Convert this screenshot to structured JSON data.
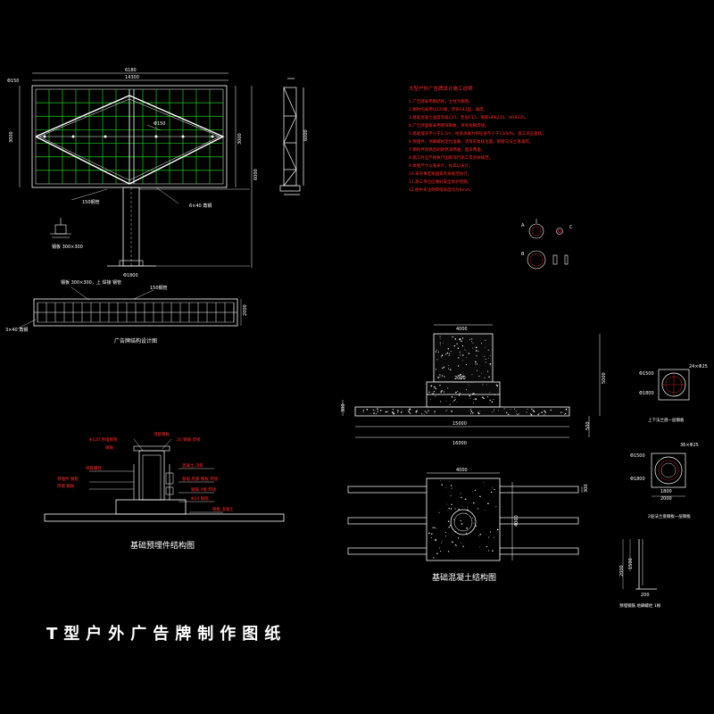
{
  "page": {
    "background": "#000000"
  },
  "colors": {
    "line": "#ffffff",
    "grid": "#22cc22",
    "note": "#ff2a2a",
    "concrete": "#ffffff"
  },
  "main_title": "T型户外广告牌制作图纸",
  "billboard": {
    "dim_top_outer": "6180",
    "dim_top_inner": "14300",
    "dim_left_pipe": "Φ150",
    "dim_left_height": "3000",
    "dim_right_1": "3000",
    "dim_right_2": "6000",
    "dim_column": "Φ1800",
    "note_pipe": "150钢管",
    "note_angle": "6×40 角钢",
    "note_brace": "Φ150"
  },
  "side_view": {
    "dim": "6000"
  },
  "small_detail": {
    "label": "钢板 300×300"
  },
  "plan_view": {
    "caption": "广告牌结构设计图",
    "note_left": "3×40 角钢",
    "note_top": "150钢管",
    "note_top2": "钢板 300×300，上 焊接 钢管",
    "dim_right": "2000"
  },
  "foundation_elev": {
    "top_width": "4000",
    "inner_width": "2000",
    "bottom_width": "15000",
    "overall_width": "16000",
    "left_height": "300",
    "right_height": "5000",
    "bottom_dim": "500"
  },
  "foundation_plan": {
    "caption": "基础混凝土结构图",
    "width": "4000",
    "height": "4000",
    "beam_dim": "300"
  },
  "anchor_section": {
    "caption": "基础预埋件结构图",
    "notes": [
      "Φ120 预埋钢管",
      "钢筋",
      "顶部钢板",
      "20 钢筋 焊接",
      "地脚螺栓",
      "预埋件 钢管",
      "焊接 钢板",
      "混凝土 浇筑",
      "基础 底部 钢板 焊接",
      "钢筋 4根 焊接",
      "Φ20 钢筋",
      "钢板 混凝土"
    ]
  },
  "pipe_detail_1": {
    "caption": "上下法兰盘一层钢板",
    "dims": [
      "Φ1500",
      "Φ1800",
      "24×Φ25"
    ]
  },
  "pipe_detail_2": {
    "caption": "2层法兰盘钢板一层钢板",
    "dims": [
      "Φ1500",
      "Φ1800",
      "1800",
      "2000",
      "36×Φ25"
    ]
  },
  "rebar_detail": {
    "caption": "预埋钢筋 地脚螺栓 1根",
    "dims": [
      "1500",
      "2000",
      "200"
    ]
  },
  "notes_block": {
    "title": "大型户外广告牌设计施工说明",
    "lines": [
      "1.广告牌采用钢结构，立柱为钢管。",
      "2.钢材均采用Q235钢，焊条E43型，满焊。",
      "3.基础混凝土强度等级C25，垫层C15，钢筋HPB235、HRB335。",
      "4.广告牌面板采用镀锌钢板，骨架角钢焊接。",
      "5.基础埋深不小于2.5m，地基承载力特征值不小于150kPa，施工前应复核。",
      "6.预埋件、地脚螺栓定位准确，浇筑前复核位置，钢管与法兰盘满焊。",
      "7.钢构件除锈后刷防锈漆两遍，面漆两遍。",
      "8.施工时应严格执行国家现行施工及验收规范。",
      "9.本图尺寸以毫米计，标高以米计。",
      "10.未尽事宜按国家有关规范执行。",
      "11.施工单位应做好安全防护措施。",
      "12.图中未注明焊缝高度均为6mm。"
    ]
  },
  "tiny_sections": {
    "labels": [
      "A",
      "B",
      "C"
    ]
  }
}
